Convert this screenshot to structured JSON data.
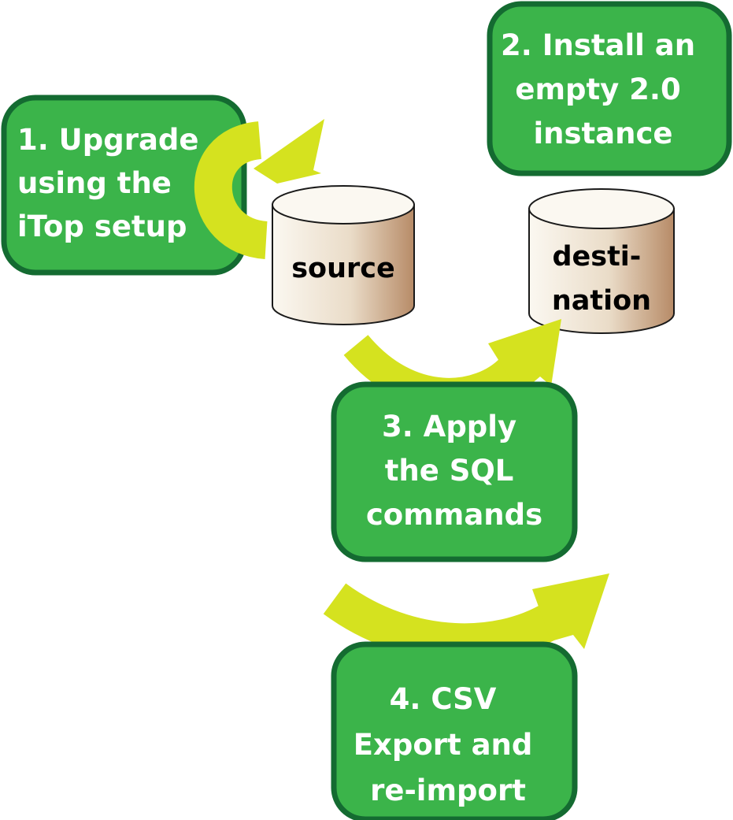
{
  "colors": {
    "box_fill": "#3bb44a",
    "box_stroke": "#146b31",
    "arrow": "#d5e21f",
    "cyl_light": "#fbf8f1",
    "cyl_dark": "#b78b67",
    "cyl_stroke": "#1a1a1a"
  },
  "steps": [
    {
      "lines": [
        "1. Upgrade",
        "using the",
        "iTop setup"
      ]
    },
    {
      "lines": [
        "2. Install an",
        "empty 2.0",
        "instance"
      ]
    },
    {
      "lines": [
        "3. Apply",
        "the SQL",
        "commands"
      ]
    },
    {
      "lines": [
        "4. CSV",
        "Export and",
        "re-import"
      ]
    }
  ],
  "databases": {
    "source": {
      "lines": [
        "source"
      ]
    },
    "destination": {
      "lines": [
        "desti-",
        "nation"
      ]
    }
  },
  "icons": [
    "circular-arrow-icon",
    "curved-arrow-icon",
    "database-icon"
  ]
}
